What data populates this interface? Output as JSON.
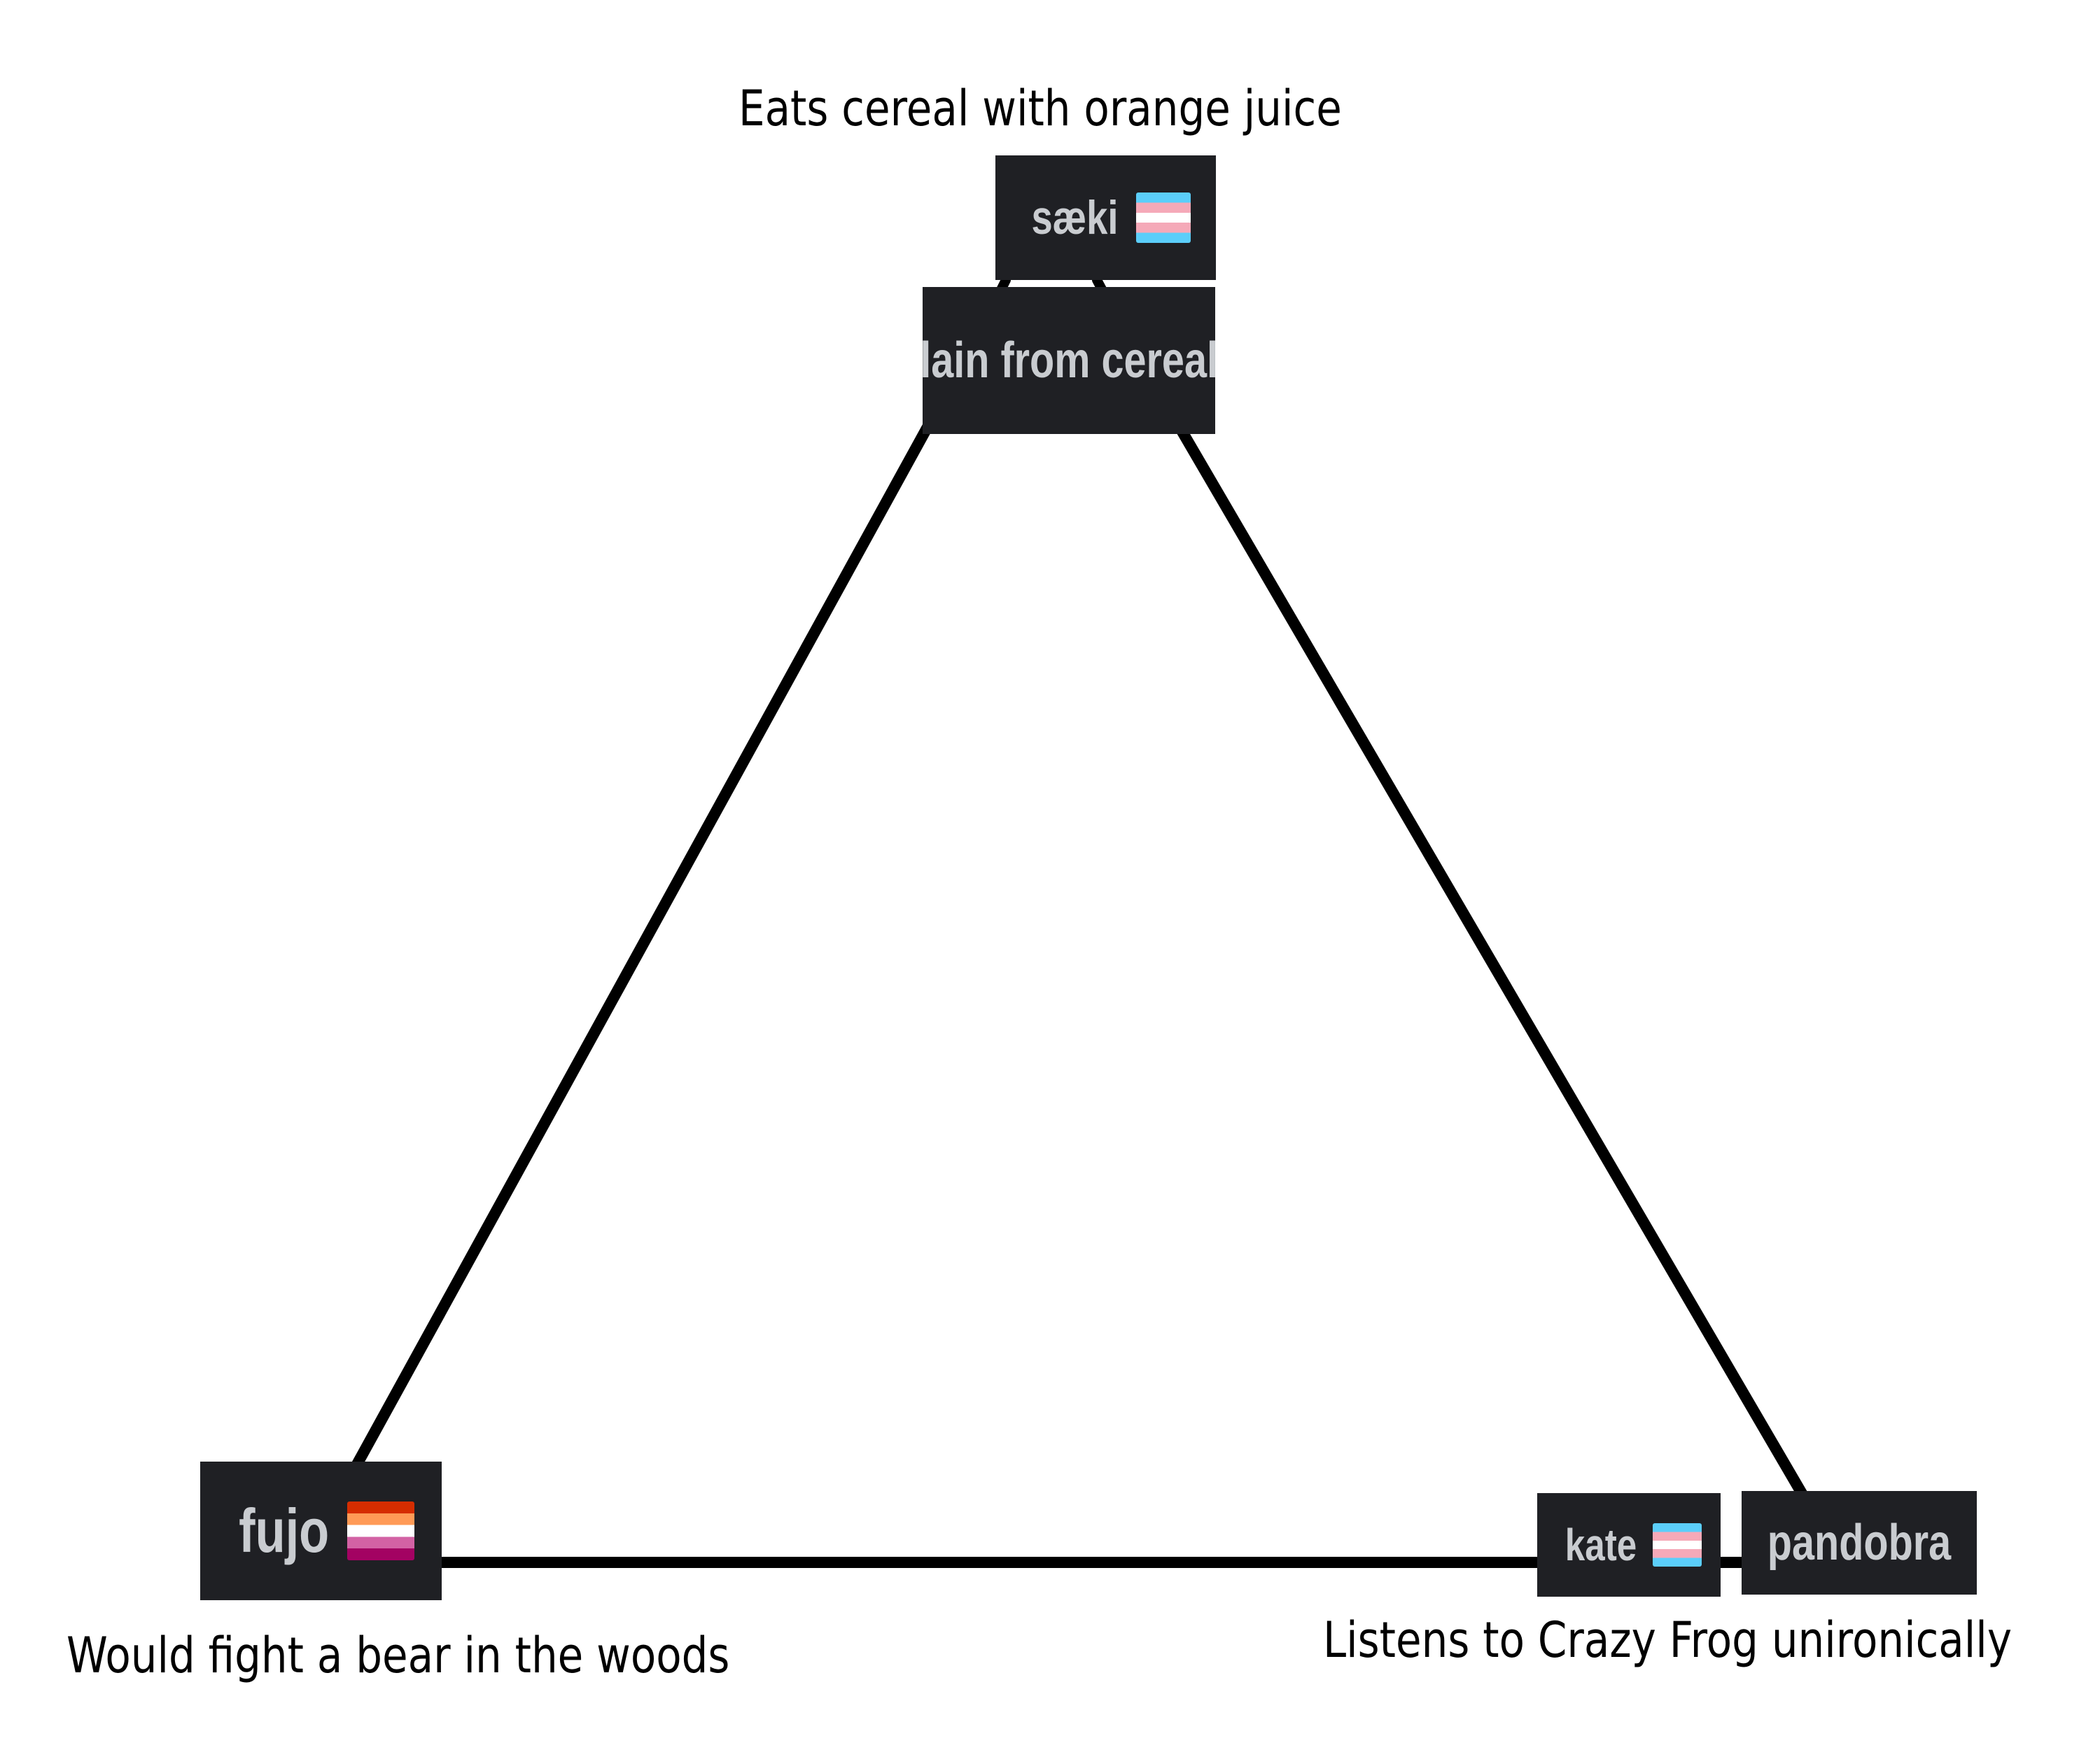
{
  "captions": {
    "top": "Eats cereal with orange juice",
    "bottom_left": "Would fight a bear in the woods",
    "bottom_right": "Listens to Crazy Frog unironically"
  },
  "nodes": {
    "saeki": {
      "label": "sæki",
      "flag_icon": "trans-flag-icon"
    },
    "lain": {
      "label": "lain from cereal"
    },
    "fujo": {
      "label": "fujo",
      "flag_icon": "lesbian-flag-icon"
    },
    "kate": {
      "label": "kate",
      "flag_icon": "trans-flag-icon"
    },
    "pandobra": {
      "label": "pandobra"
    }
  },
  "colors": {
    "node_background": "#1f2024",
    "node_text": "#c9ccd0",
    "edge": "#000000",
    "background": "#ffffff"
  }
}
